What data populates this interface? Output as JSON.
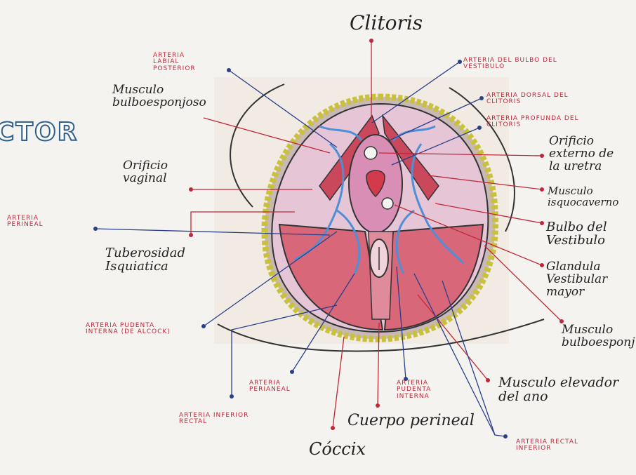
{
  "page_title_fragment": "CTOR",
  "colors": {
    "red_ink": "#c0283a",
    "blue_ink": "#2a3f8a",
    "black_ink": "#222222",
    "muscle": "#d8677a",
    "vessel": "#4f8fd8",
    "border": "#c9c13c"
  },
  "labels": {
    "clitoris": "Clitoris",
    "arteria_labial_posterior": "ARTERIA\nLABIAL\nPOSTERIOR",
    "musculo_bulboesponjoso_left": "Musculo\nbulboesponjoso",
    "orificio_vaginal": "Orificio\nvaginal",
    "arteria_perineal_left": "ARTERIA\nPERINEAL",
    "tuberosidad_isquiatica": "Tuberosidad\nIsquiatica",
    "arteria_pudenta_interna_alcock": "ARTERIA PUDENTA\nINTERNA (DE ALCOCK)",
    "arteria_perianeal": "ARTERIA\nPERIANEAL",
    "arteria_inferior_rectal": "ARTERIA INFERIOR\nRECTAL",
    "coccix": "Cóccix",
    "cuerpo_perineal": "Cuerpo perineal",
    "arteria_pudenta_interna": "ARTERIA\nPUDENTA\nINTERNA",
    "arteria_bulbo_vestibulo": "ARTERIA DEL BULBO DEL\nVESTIBULO",
    "arteria_dorsal_clitoris": "ARTERIA DORSAL DEL\nCLITORIS",
    "arteria_profunda_clitoris": "ARTERIA PROFUNDA DEL\nCLITORIS",
    "orificio_externo_uretra": "Orificio\nexterno de\nla uretra",
    "musculo_isquiocavernoso": "Musculo\nisquocaverno",
    "bulbo_vestibulo": "Bulbo del\nVestibulo",
    "glandula_vestibular_mayor": "Glandula\nVestibular\nmayor",
    "musculo_bulboesponjoso_right": "Musculo\nbulboesponj",
    "musculo_elevador_ano": "Musculo elevador\ndel ano",
    "arteria_rectal_inferior_right": "ARTERIA RECTAL\nINFERIOR"
  }
}
